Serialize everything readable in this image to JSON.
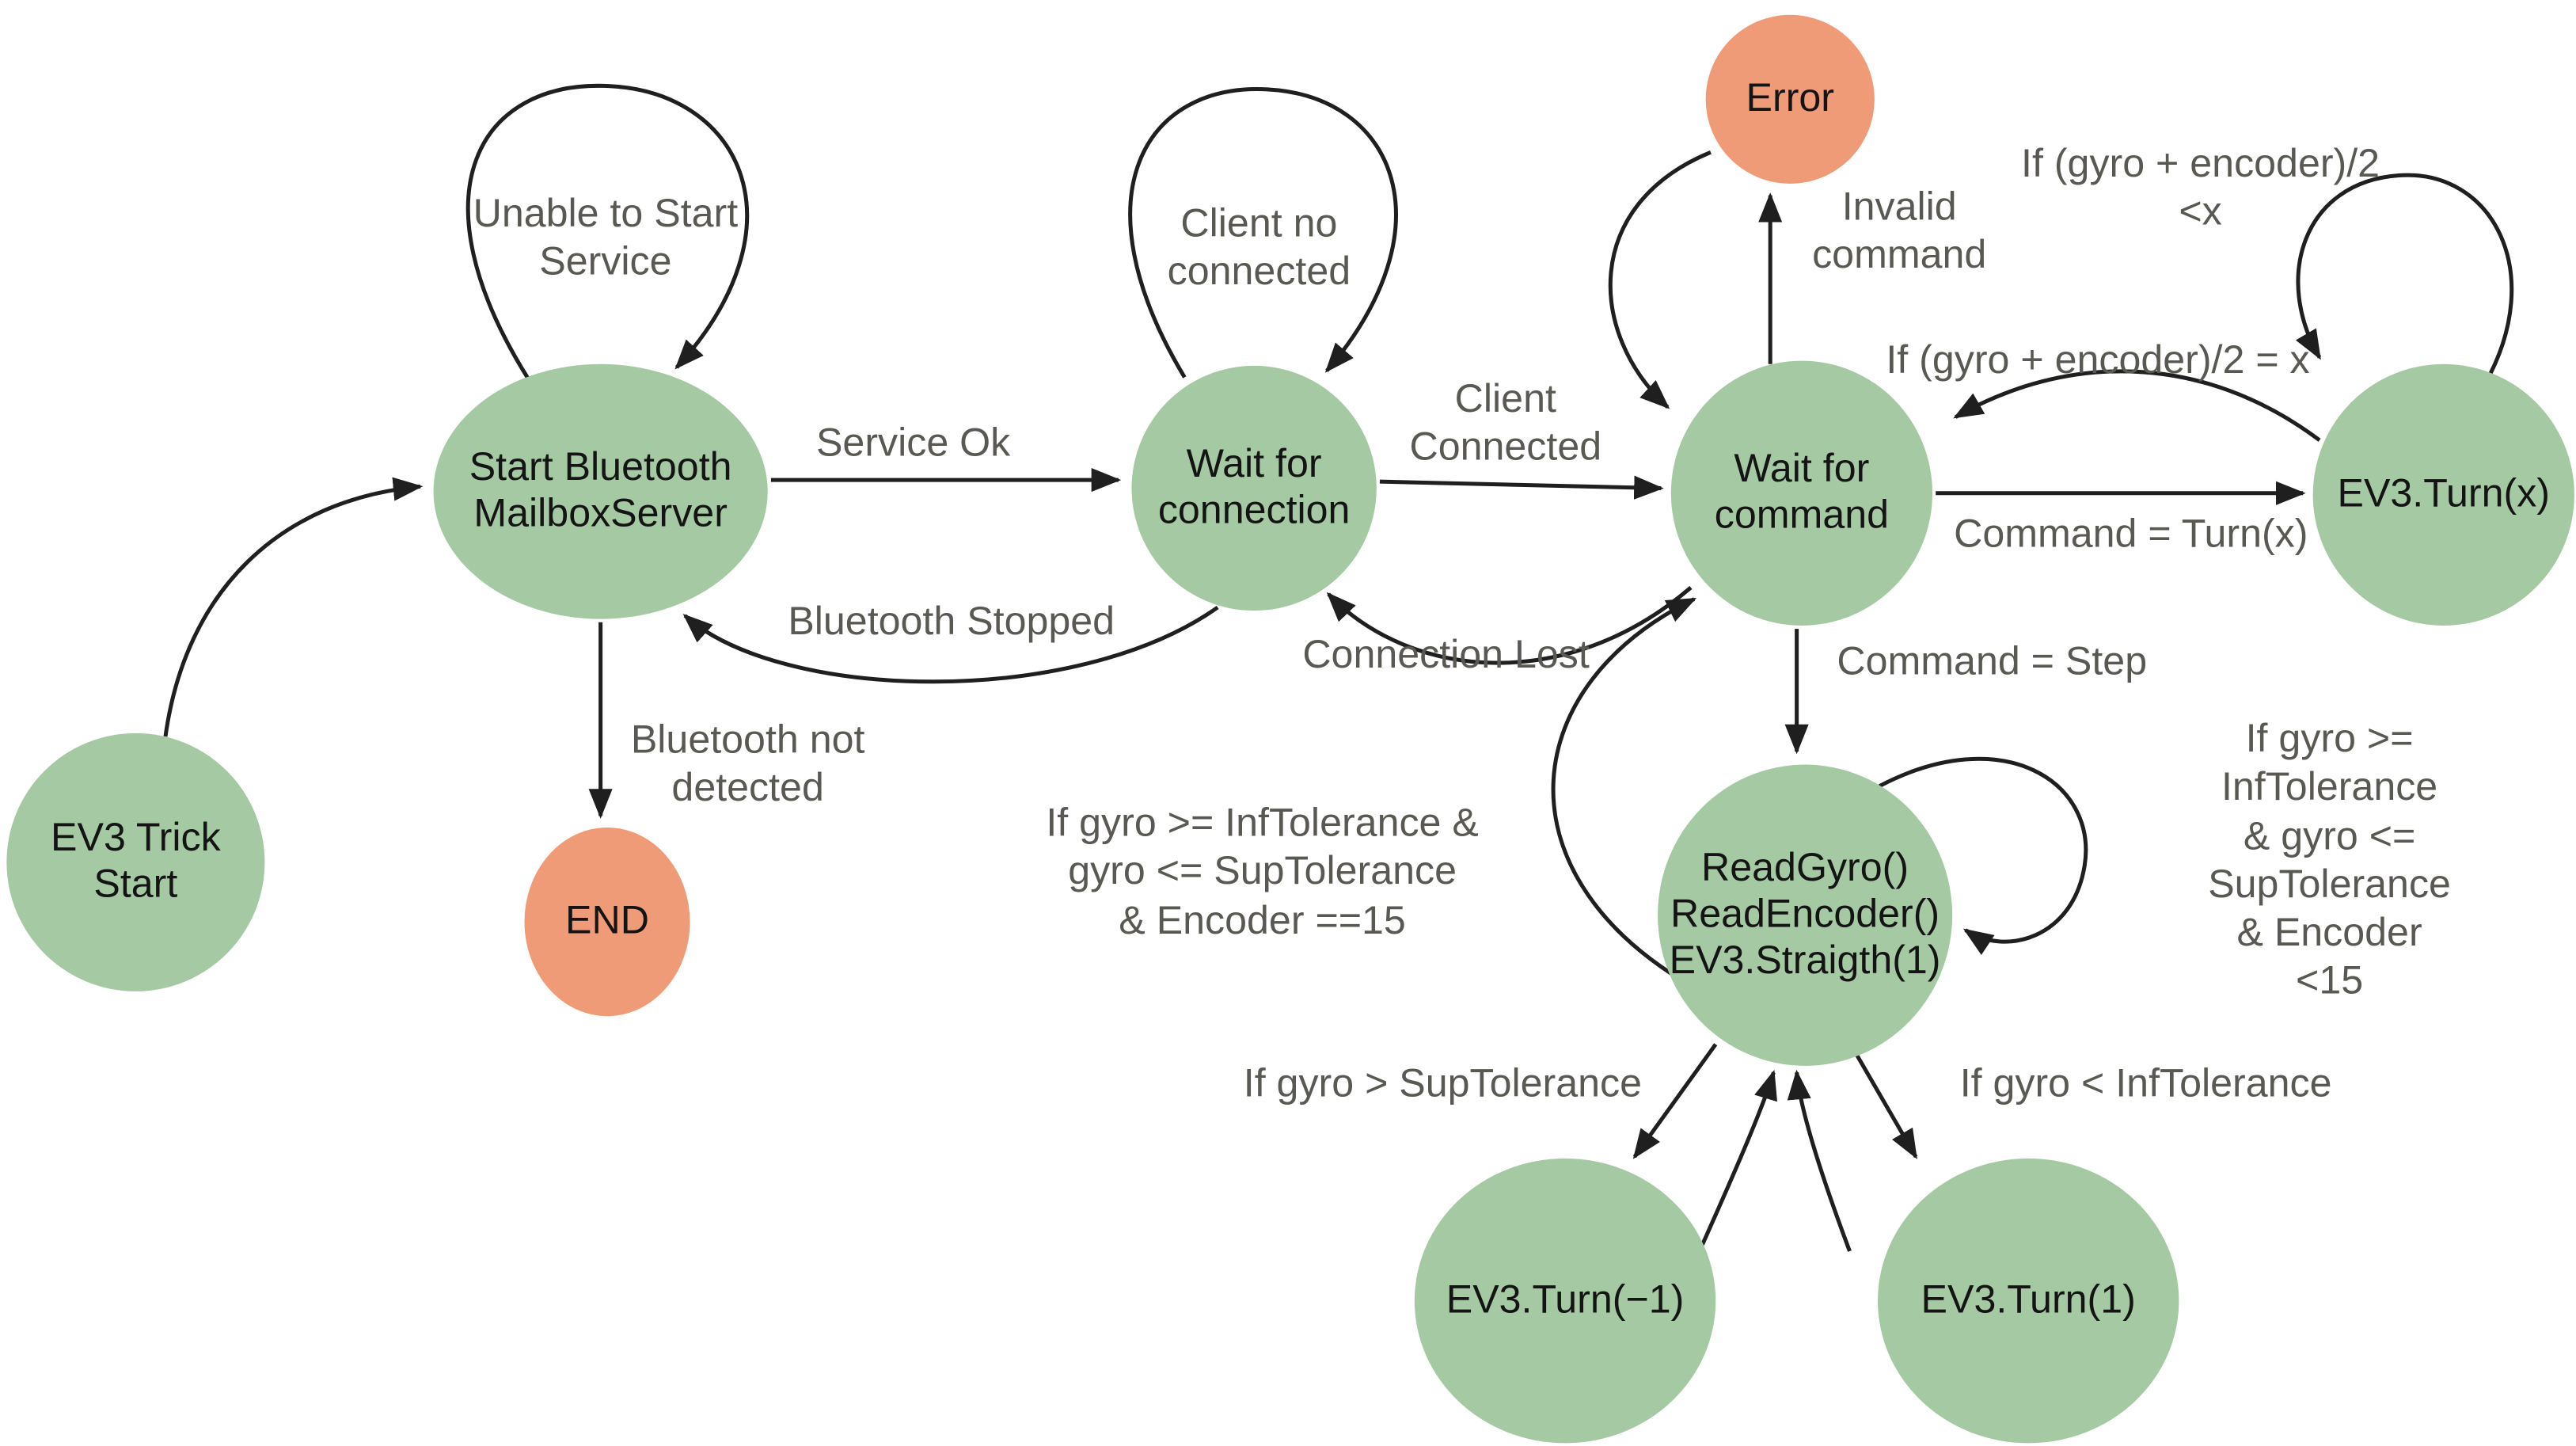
{
  "diagram": {
    "type": "state-machine",
    "description_colors": {
      "state_fill": "#a5c9a2",
      "terminal_fill": "#ef9b78",
      "edge_stroke": "#1f1f1f",
      "edge_label_text": "#5a5852",
      "node_text": "#141414",
      "background": "#ffffff"
    }
  },
  "nodes": {
    "trick_start": {
      "label": "EV3 Trick\nStart"
    },
    "start_bt": {
      "label": "Start Bluetooth\nMailboxServer"
    },
    "wait_conn": {
      "label": "Wait for\nconnection"
    },
    "wait_cmd": {
      "label": "Wait for\ncommand"
    },
    "error": {
      "label": "Error"
    },
    "end": {
      "label": "END"
    },
    "turn_x": {
      "label": "EV3.Turn(x)"
    },
    "read_gyro": {
      "label": "ReadGyro()\nReadEncoder()\nEV3.Straigth(1)"
    },
    "turn_neg1": {
      "label": "EV3.Turn(−1)"
    },
    "turn_1": {
      "label": "EV3.Turn(1)"
    }
  },
  "edges": {
    "unable_loop": {
      "label": "Unable to Start\nService"
    },
    "client_no_loop": {
      "label": "Client no\nconnected"
    },
    "service_ok": {
      "label": "Service Ok"
    },
    "client_conn": {
      "label": "Client\nConnected"
    },
    "invalid_cmd": {
      "label": "Invalid\ncommand"
    },
    "turnx_loop": {
      "label": "If (gyro + encoder)/2 <x"
    },
    "turnx_return": {
      "label": "If (gyro + encoder)/2 = x"
    },
    "cmd_turnx": {
      "label": "Command = Turn(x)"
    },
    "bt_stopped": {
      "label": "Bluetooth Stopped"
    },
    "conn_lost": {
      "label": "Connection Lost"
    },
    "bt_not_detected": {
      "label": "Bluetooth not\ndetected"
    },
    "cmd_step": {
      "label": "Command = Step"
    },
    "step_done": {
      "label": "If gyro >= InfTolerance &\ngyro <= SupTolerance\n& Encoder ==15"
    },
    "gyro_loop": {
      "label": "If gyro >= InfTolerance\n& gyro <= SupTolerance\n& Encoder <15"
    },
    "turn_neg_go": {
      "label": "If gyro > SupTolerance"
    },
    "turn_pos_go": {
      "label": "If gyro < InfTolerance"
    }
  }
}
